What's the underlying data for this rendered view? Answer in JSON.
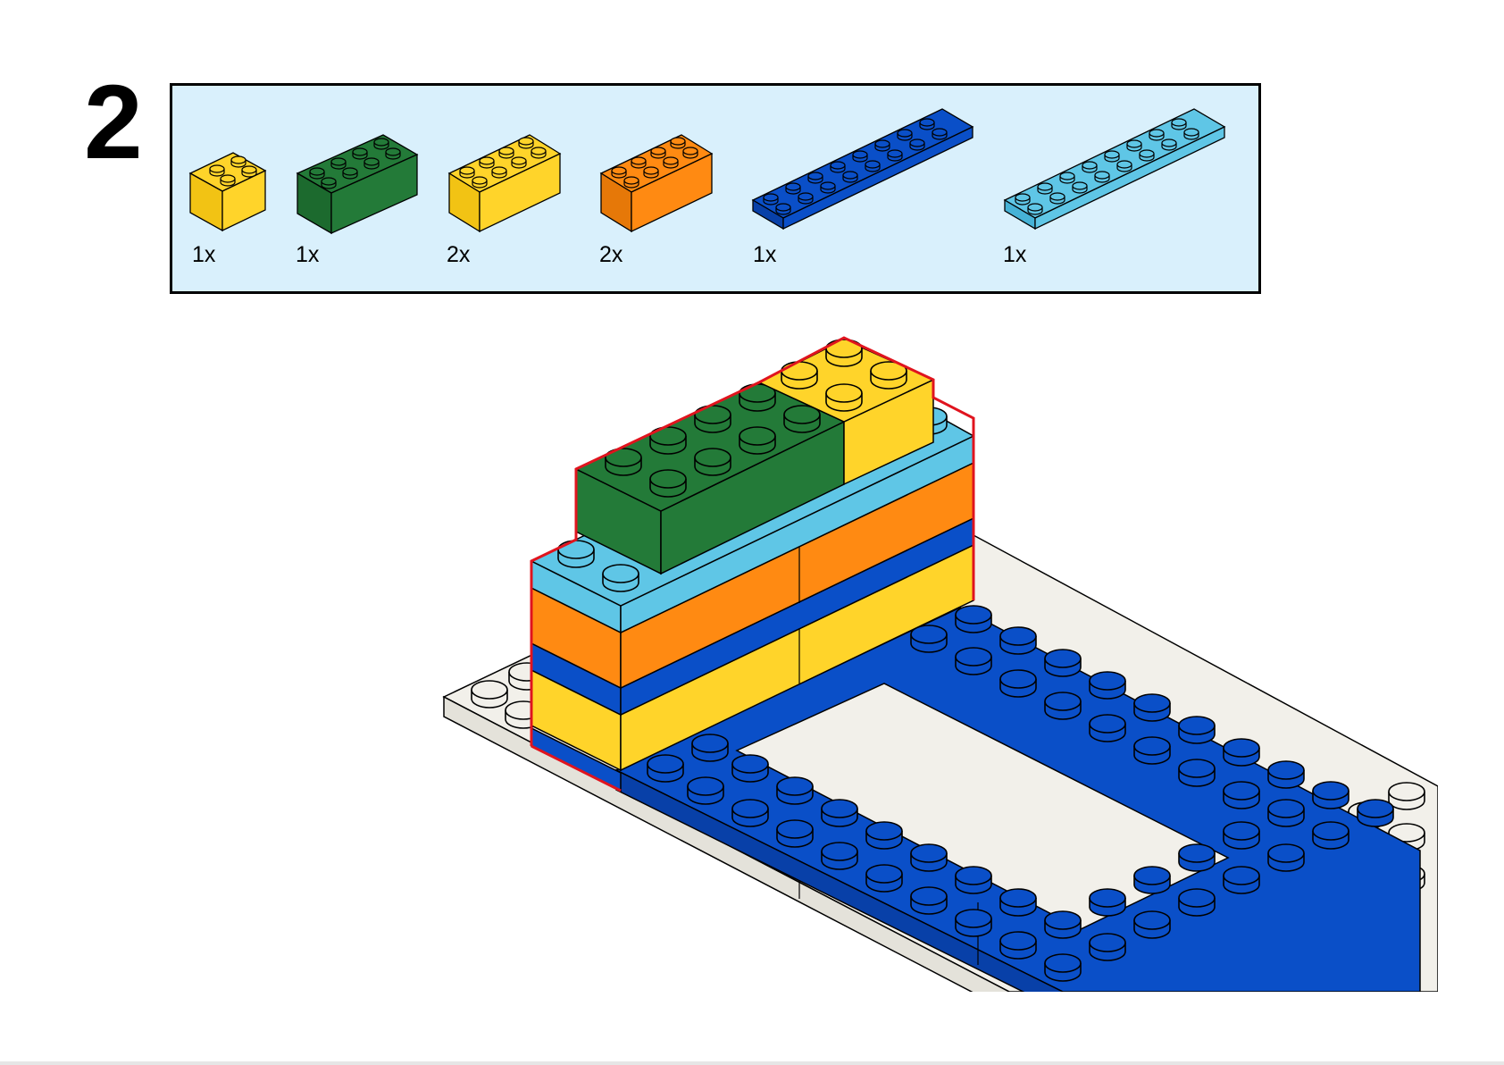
{
  "step": {
    "number": "2"
  },
  "parts": [
    {
      "name": "yellow 2x2 brick",
      "qty": "1x",
      "color": "#ffd42a"
    },
    {
      "name": "dark green 2x4 brick",
      "qty": "1x",
      "color": "#237a38"
    },
    {
      "name": "yellow 2x4 brick",
      "qty": "2x",
      "color": "#ffd42a"
    },
    {
      "name": "orange 2x4 brick",
      "qty": "2x",
      "color": "#ff8a12"
    },
    {
      "name": "blue 2x8 plate",
      "qty": "1x",
      "color": "#0a4fc8"
    },
    {
      "name": "light blue 2x8 plate",
      "qty": "1x",
      "color": "#5fc6e6"
    }
  ],
  "colors": {
    "panel_background": "#d9f0fc",
    "baseplate_white": "#f2f0ea",
    "blue": "#0a4fc8",
    "yellow": "#ffd42a",
    "orange": "#ff8a12",
    "dark_green": "#237a38",
    "light_blue": "#5fc6e6",
    "new_part_outline": "#e0141e"
  }
}
